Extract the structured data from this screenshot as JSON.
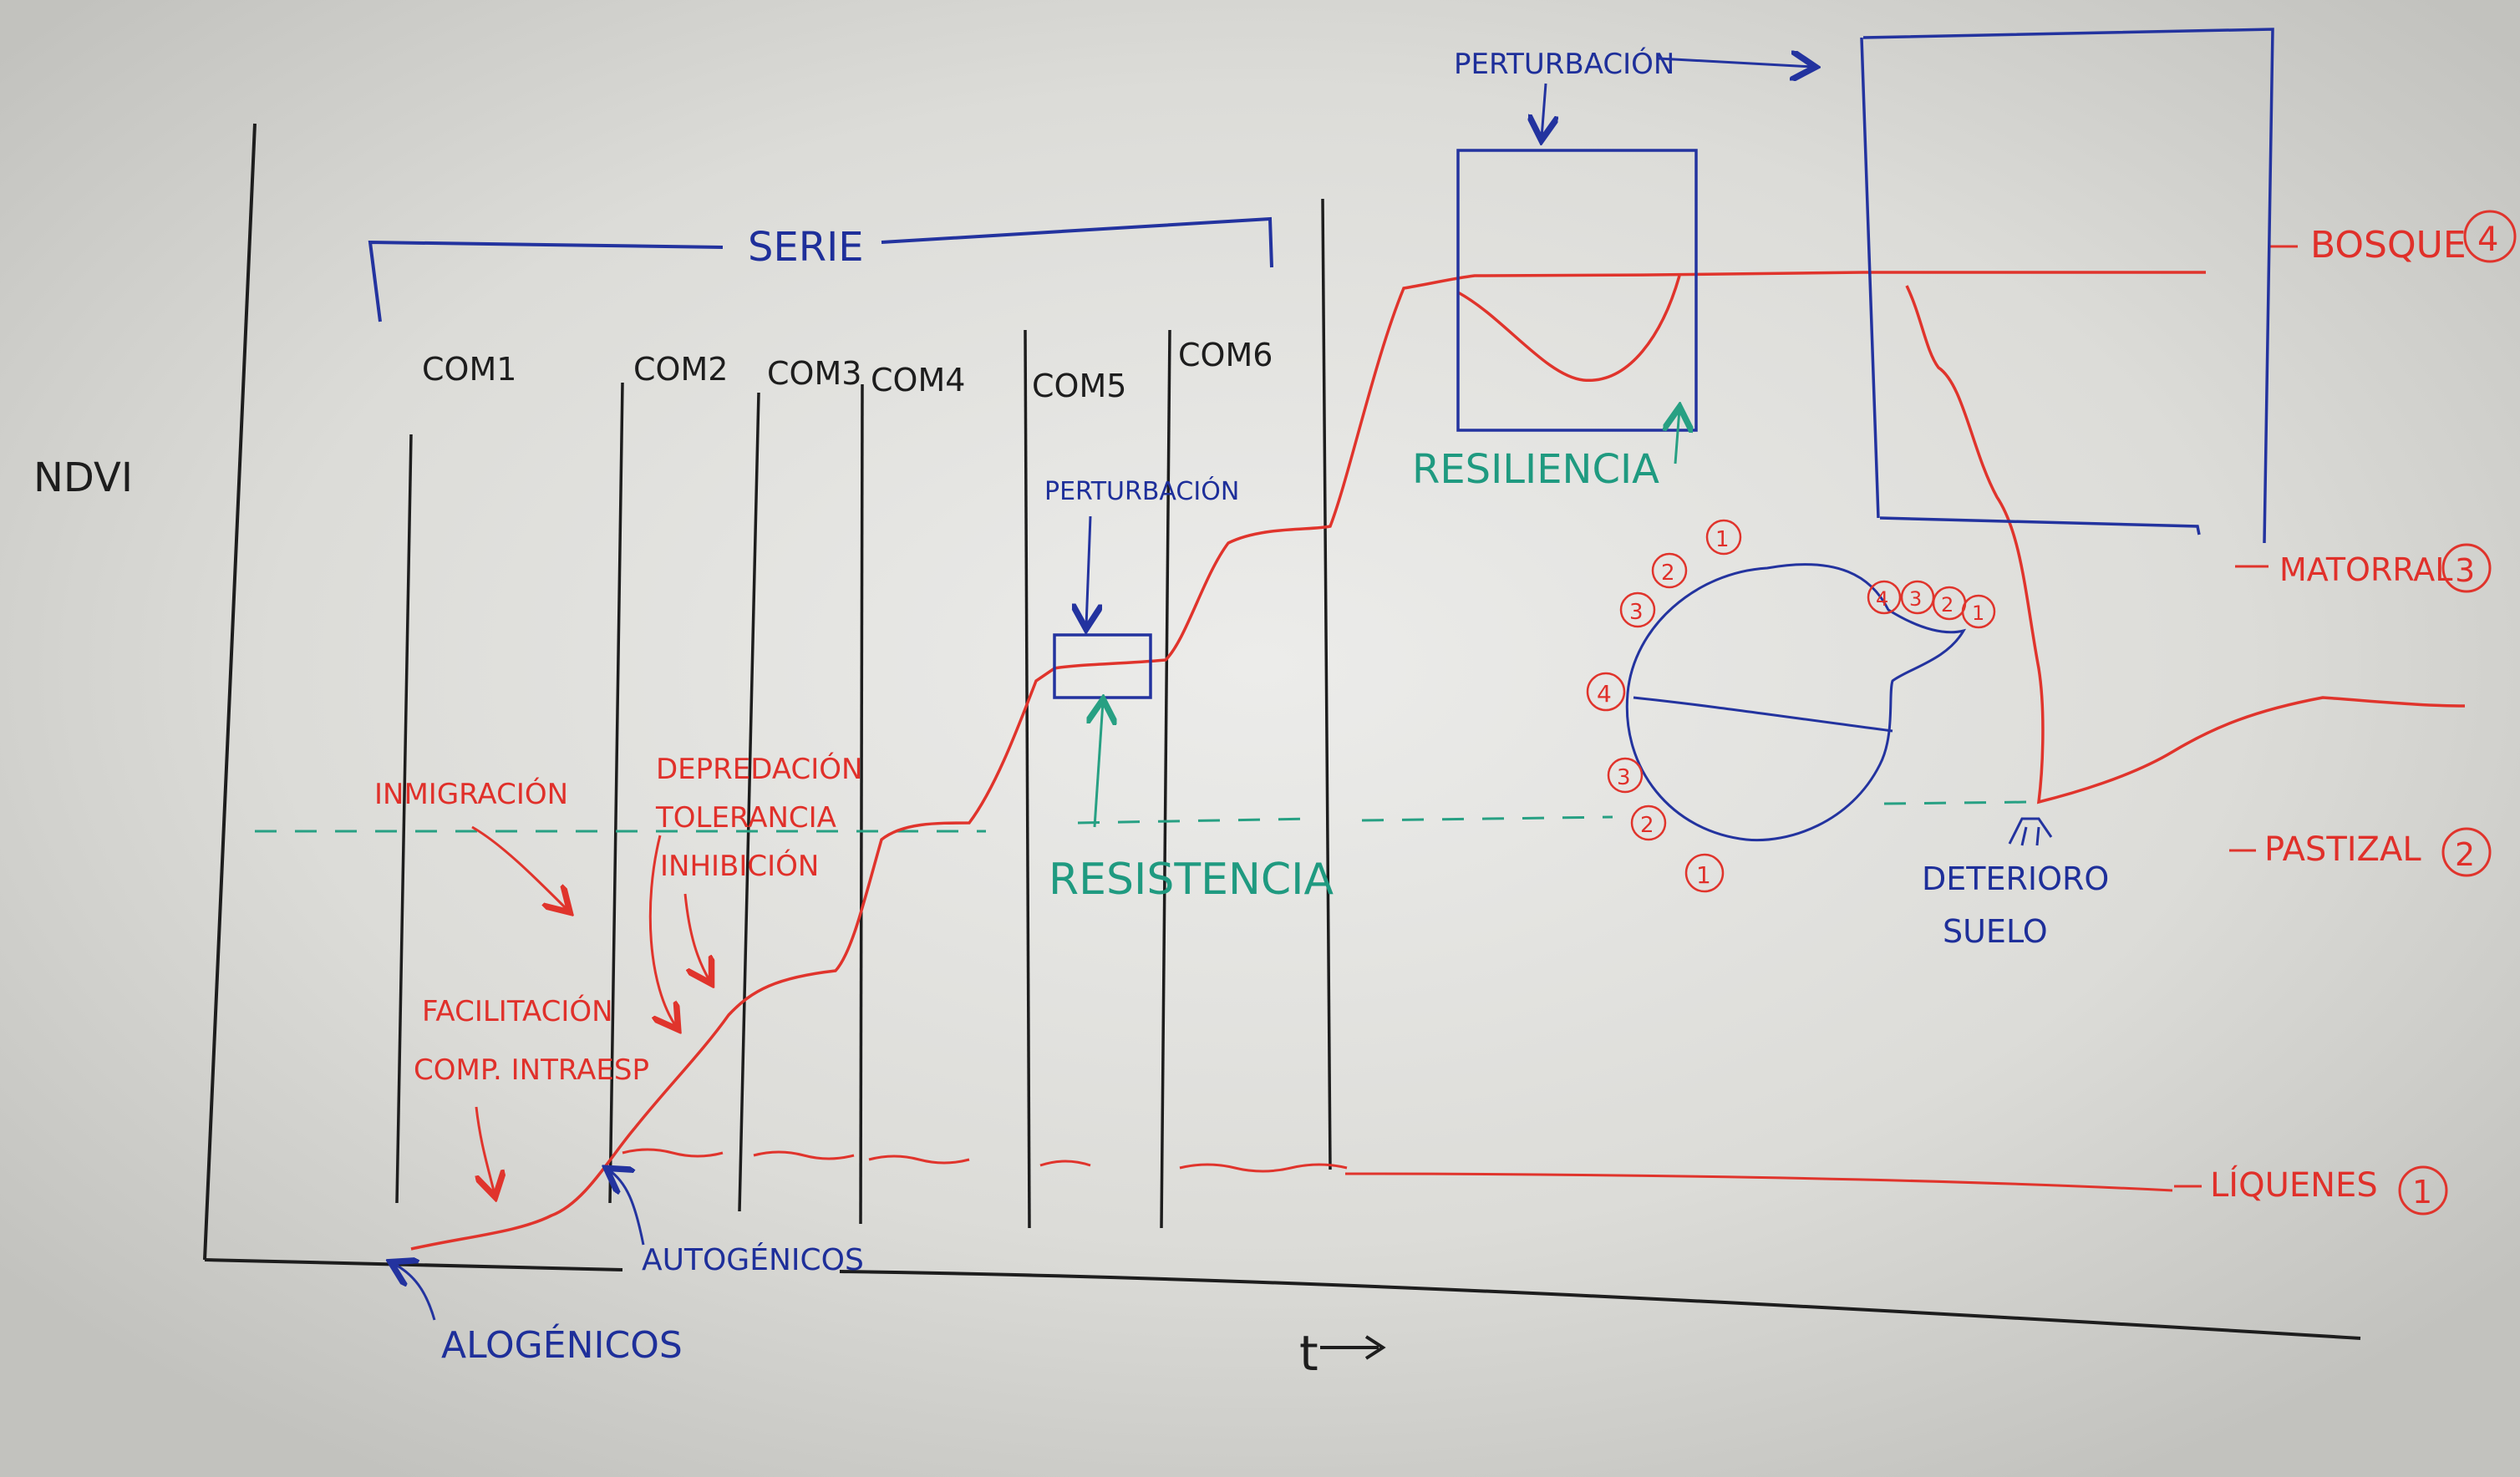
{
  "y_axis_label": "NDVI",
  "x_axis_label": "t",
  "serie_label": "SERIE",
  "communities": [
    "COM1",
    "COM2",
    "COM3",
    "COM4",
    "COM5",
    "COM6"
  ],
  "processes": {
    "inmigracion": "INMIGRACIÓN",
    "depredacion": "DEPREDACIÓN",
    "tolerancia": "TOLERANCIA",
    "inhibicion": "INHIBICIÓN",
    "facilitacion": "FACILITACIÓN",
    "comp_intraesp": "COMP. INTRAESP"
  },
  "drivers": {
    "autogenicos": "AUTOGÉNICOS",
    "alogenicos": "ALOGÉNICOS"
  },
  "disturbance": {
    "small_label": "PERTURBACIÓN",
    "large_label": "PERTURBACIÓN",
    "resistencia": "RESISTENCIA",
    "resiliencia": "RESILIENCIA"
  },
  "soil": {
    "line1": "DETERIORO",
    "line2": "SUELO"
  },
  "levels": [
    {
      "label": "BOSQUE",
      "num": "4"
    },
    {
      "label": "MATORRAL",
      "num": "3"
    },
    {
      "label": "PASTIZAL",
      "num": "2"
    },
    {
      "label": "LÍQUENES",
      "num": "1"
    }
  ],
  "ball_numbers": {
    "left_top": [
      "1",
      "2",
      "3"
    ],
    "left_mid": "4",
    "left_bottom": [
      "3",
      "2",
      "1"
    ],
    "right_top": [
      "4",
      "3",
      "2",
      "1"
    ]
  },
  "colors": {
    "board": "#cfcfcb",
    "black_marker": "#1d1d1d",
    "blue_marker": "#1e2f9a",
    "red_marker": "#e0302a",
    "green_marker": "#1f9a80"
  }
}
